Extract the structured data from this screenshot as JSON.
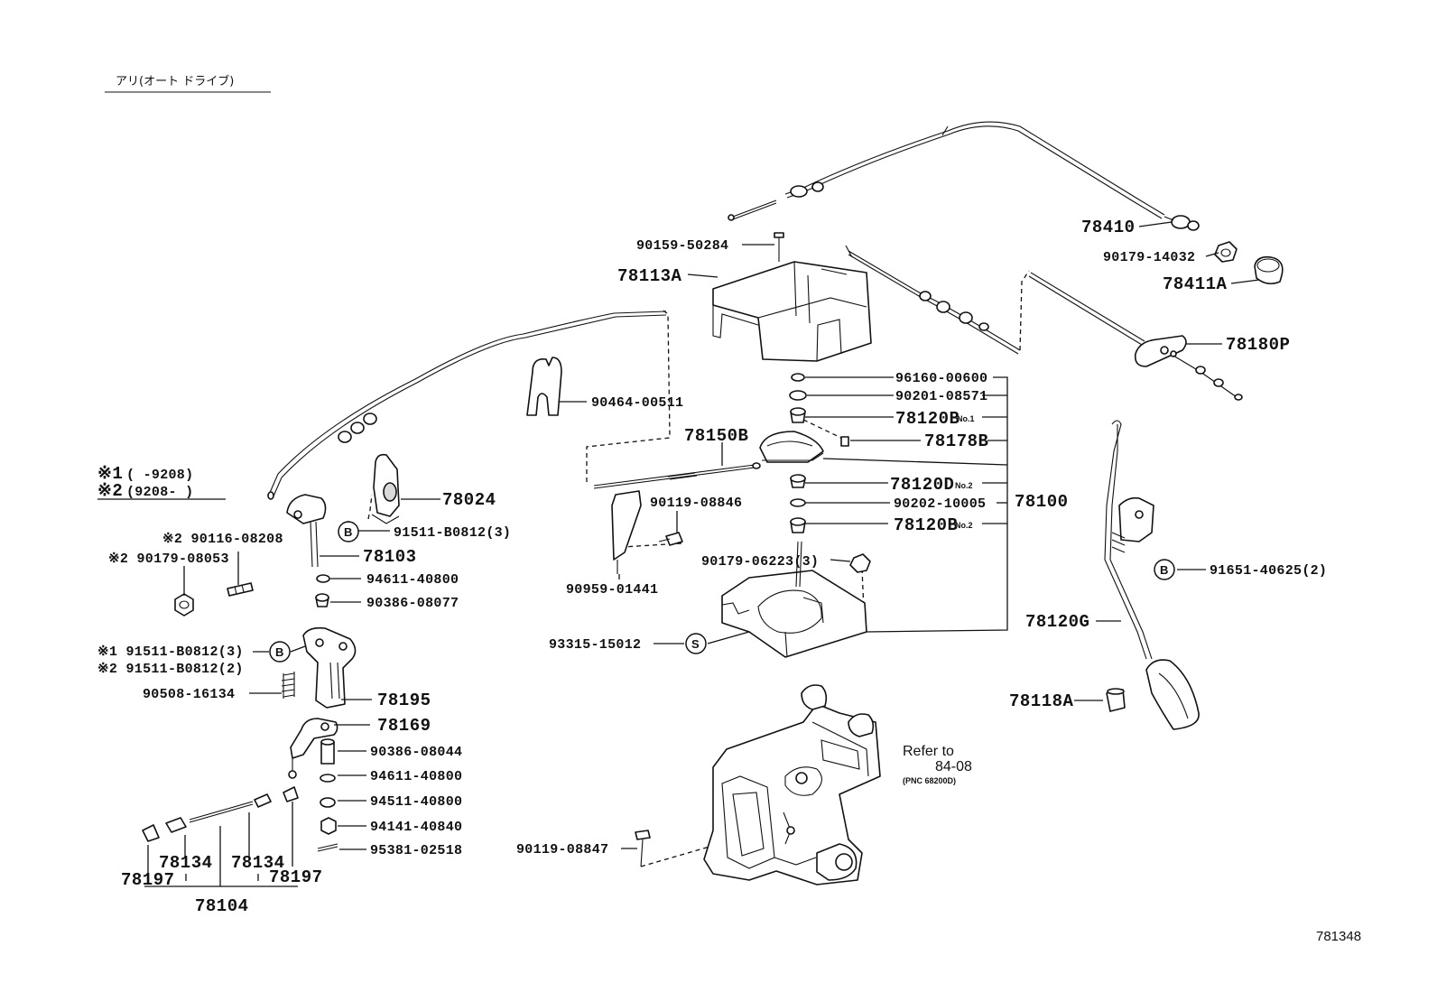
{
  "header": {
    "title": "アリ(オート ドライブ)"
  },
  "footer": {
    "figure_id": "781348"
  },
  "legend": {
    "mark1": "※1",
    "mark1_range": "(      -9208)",
    "mark2": "※2",
    "mark2_range": "(9208-      )"
  },
  "symbols": {
    "b": "B",
    "s": "S"
  },
  "refer": {
    "line1": "Refer to",
    "line2": "84-08",
    "line3": "(PNC 68200D)"
  },
  "labels": {
    "p90159_50284": "90159-50284",
    "p78113A": "78113A",
    "p78410": "78410",
    "p90179_14032": "90179-14032",
    "p78411A": "78411A",
    "p78180P": "78180P",
    "p90464_00511": "90464-00511",
    "p96160_00600": "96160-00600",
    "p90201_08571": "90201-08571",
    "p78120B_1": "78120B",
    "no1": "No.1",
    "p78178B": "78178B",
    "p78150B": "78150B",
    "p78120D_2": "78120D",
    "no2a": "No.2",
    "p90202_10005": "90202-10005",
    "p78100": "78100",
    "p78120B_2": "78120B",
    "no2b": "No.2",
    "p90119_08846": "90119-08846",
    "p90959_01441": "90959-01441",
    "p90179_06223": "90179-06223(3)",
    "p93315_15012": "93315-15012",
    "p78024": "78024",
    "p91511_B0812_3": "91511-B0812(3)",
    "p90116_08208": "※2 90116-08208",
    "p90179_08053": "※2 90179-08053",
    "p78103": "78103",
    "p94611_40800a": "94611-40800",
    "p90386_08077": "90386-08077",
    "p91511_m1": "※1 91511-B0812(3)",
    "p91511_m2": "※2 91511-B0812(2)",
    "p90508_16134": "90508-16134",
    "p78195": "78195",
    "p78169": "78169",
    "p90386_08044": "90386-08044",
    "p94611_40800b": "94611-40800",
    "p94511_40800": "94511-40800",
    "p94141_40840": "94141-40840",
    "p95381_02518": "95381-02518",
    "p78134a": "78134",
    "p78134b": "78134",
    "p78197a": "78197",
    "p78197b": "78197",
    "p78104": "78104",
    "p91651_40625": "91651-40625(2)",
    "p78120G": "78120G",
    "p78118A": "78118A",
    "p90119_08847": "90119-08847"
  }
}
